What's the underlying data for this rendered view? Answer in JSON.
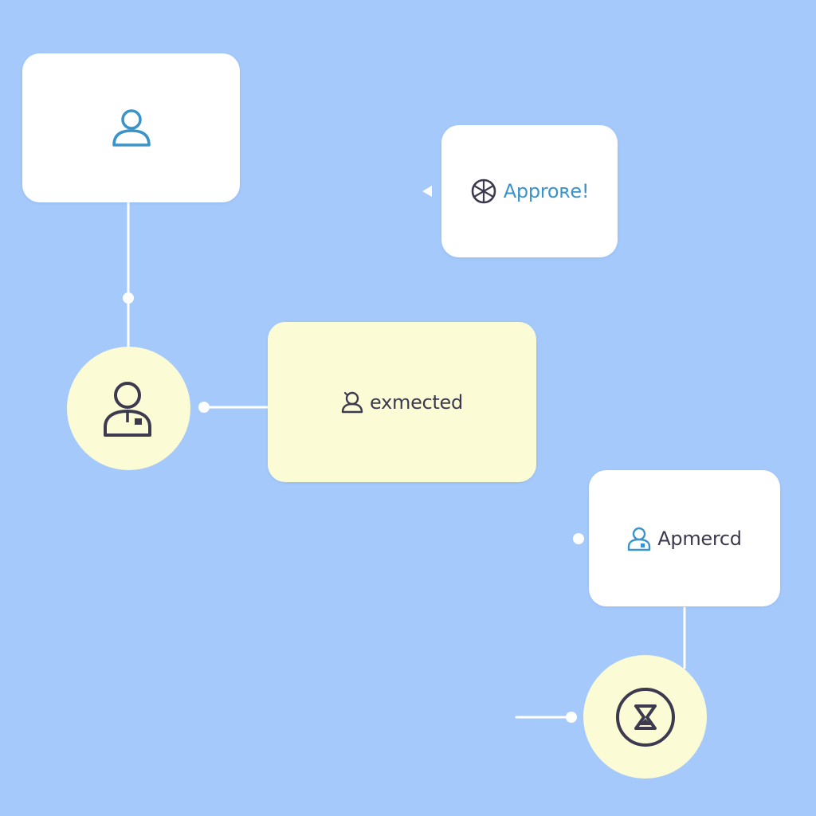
{
  "colors": {
    "background": "#a4c9fa",
    "card": "#ffffff",
    "highlight": "#fbfbd6",
    "connector": "#ffffff",
    "accent_blue": "#3a93c9",
    "dark_text": "#3d3a4f"
  },
  "nodes": {
    "user_card": {
      "icon": "user-icon",
      "label": ""
    },
    "approve_card": {
      "icon": "aperture-icon",
      "label": "Approʀe!"
    },
    "expected_card": {
      "icon": "user-refresh-icon",
      "label": "exmected"
    },
    "approved_card": {
      "icon": "user-badge-icon",
      "label": "Apmercd"
    },
    "worker_circle": {
      "icon": "user-badge-icon"
    },
    "timer_circle": {
      "icon": "hourglass-icon"
    }
  }
}
